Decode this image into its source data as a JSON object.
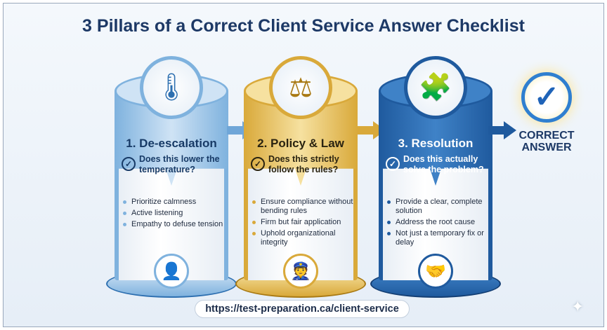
{
  "title": "3 Pillars of a Correct Client Service Answer Checklist",
  "pillars": [
    {
      "name": "1. De-escalation",
      "question": "Does this lower the temperature?",
      "bullets": [
        "Prioritize calmness",
        "Active listening",
        "Empathy to defuse tension"
      ],
      "icon": "hand-thermometer-icon",
      "avatar": "calm-person-icon",
      "color": "#5b9bd5"
    },
    {
      "name": "2. Policy & Law",
      "question": "Does this strictly follow the rules?",
      "bullets": [
        "Ensure compliance without bending rules",
        "Firm but fair application",
        "Uphold organizational integrity"
      ],
      "icon": "gavel-shield-icon",
      "avatar": "officer-rulebook-icon",
      "color": "#d9a93a"
    },
    {
      "name": "3. Resolution",
      "question": "Does this actually solve the problem?",
      "bullets": [
        "Provide a clear, complete solution",
        "Address the root cause",
        "Not just a temporary fix or delay"
      ],
      "icon": "puzzle-check-icon",
      "avatar": "handshake-icon",
      "color": "#1f5a9e"
    }
  ],
  "result": {
    "line1": "CORRECT",
    "line2": "ANSWER"
  },
  "url": "https://test-preparation.ca/client-service"
}
